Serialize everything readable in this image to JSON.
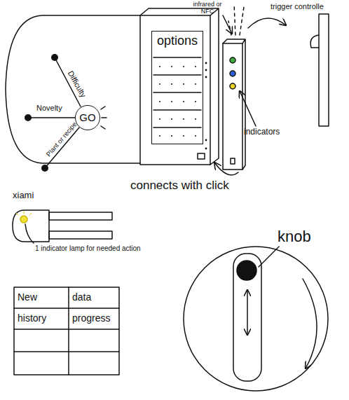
{
  "diagram": {
    "nodes": [
      {
        "text": [
          "GO"
        ]
      },
      {
        "text": [
          "options"
        ]
      }
    ],
    "labels": [
      "Difficulty",
      "Novelty",
      "Plant or recipe",
      "infrared or NFC",
      "trigger controlle",
      "indicators",
      "connects with click",
      "xiami",
      "1 indicator lamp for needed action",
      "knob",
      "New",
      "data",
      "history",
      "progress"
    ]
  }
}
